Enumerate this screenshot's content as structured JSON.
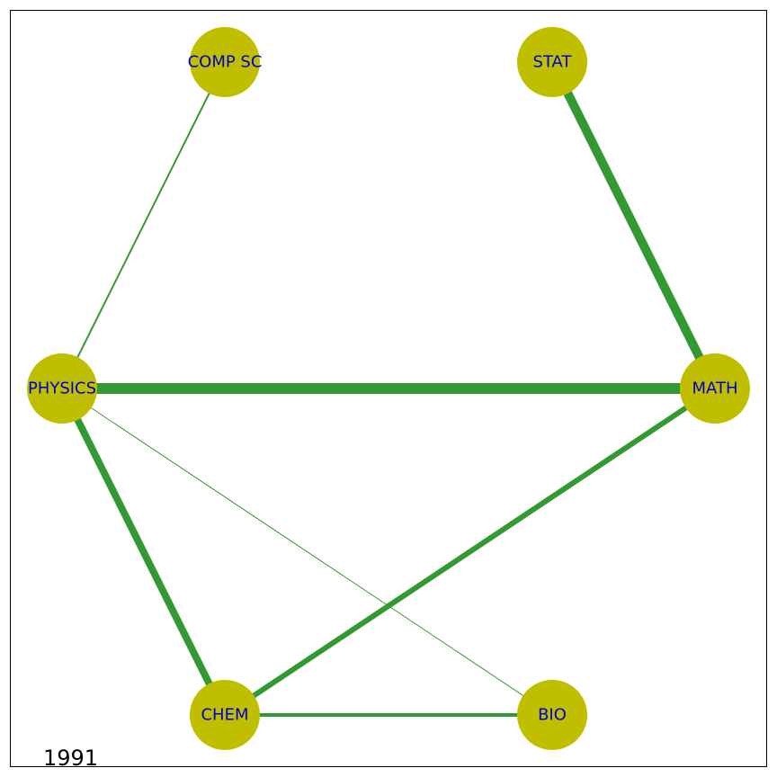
{
  "year": "1991",
  "colors": {
    "edge": "#339933",
    "node": "#bfbf00",
    "label": "#0000cc",
    "frame": "#000000",
    "year": "#000000"
  },
  "nodes": [
    {
      "id": "comp_sc",
      "label": "COMP SC"
    },
    {
      "id": "stat",
      "label": "STAT"
    },
    {
      "id": "physics",
      "label": "PHYSICS"
    },
    {
      "id": "math",
      "label": "MATH"
    },
    {
      "id": "chem",
      "label": "CHEM"
    },
    {
      "id": "bio",
      "label": "BIO"
    }
  ],
  "edges": [
    {
      "source": "comp_sc",
      "target": "physics",
      "weight": 2
    },
    {
      "source": "stat",
      "target": "math",
      "weight": 10
    },
    {
      "source": "physics",
      "target": "math",
      "weight": 12
    },
    {
      "source": "physics",
      "target": "chem",
      "weight": 8
    },
    {
      "source": "physics",
      "target": "bio",
      "weight": 1
    },
    {
      "source": "math",
      "target": "chem",
      "weight": 6
    },
    {
      "source": "chem",
      "target": "bio",
      "weight": 4
    }
  ]
}
